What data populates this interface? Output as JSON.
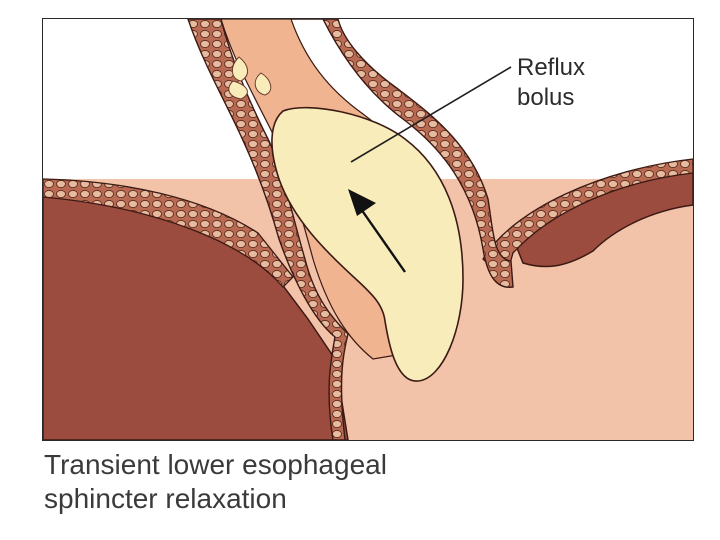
{
  "diagram": {
    "labels": {
      "bolus_line1": "Reflux",
      "bolus_line2": "bolus"
    }
  },
  "caption": {
    "line1": "Transient lower esophageal",
    "line2": "sphincter relaxation"
  },
  "colors": {
    "stomach_wall": "#9b4c3e",
    "stomach_lumen": "#f2c3a8",
    "muscle_layer": "#b86a52",
    "muscle_cells": "#e6bca0",
    "bolus": "#f8ecbb",
    "esophagus_lumen": "#f0b491"
  }
}
